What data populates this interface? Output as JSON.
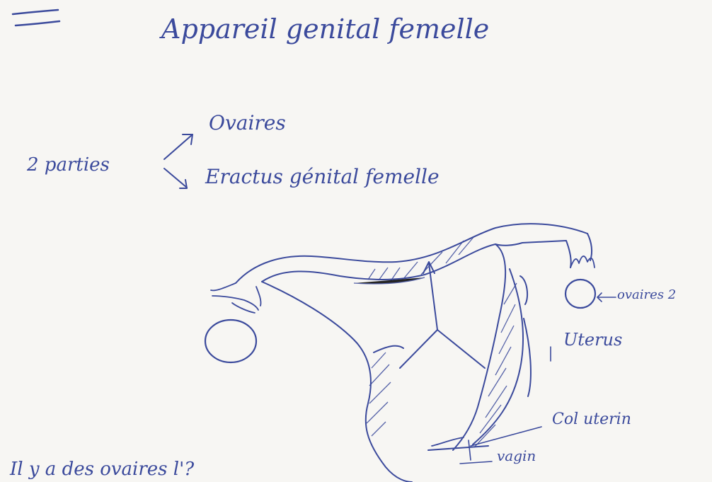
{
  "page": {
    "title": "Appareil genital femelle",
    "parts_count": "2 parties",
    "part_1": "Ovaires",
    "part_2": "Eractus génital femelle"
  },
  "diagram": {
    "labels": {
      "ovaries": "ovaires 2",
      "uterus": "Uterus",
      "cervix": "Col uterin",
      "vagina": "vagin"
    },
    "ink_color": "#3b4a9c"
  },
  "bottom_text": "Il y a  des  ovaires  l'?"
}
